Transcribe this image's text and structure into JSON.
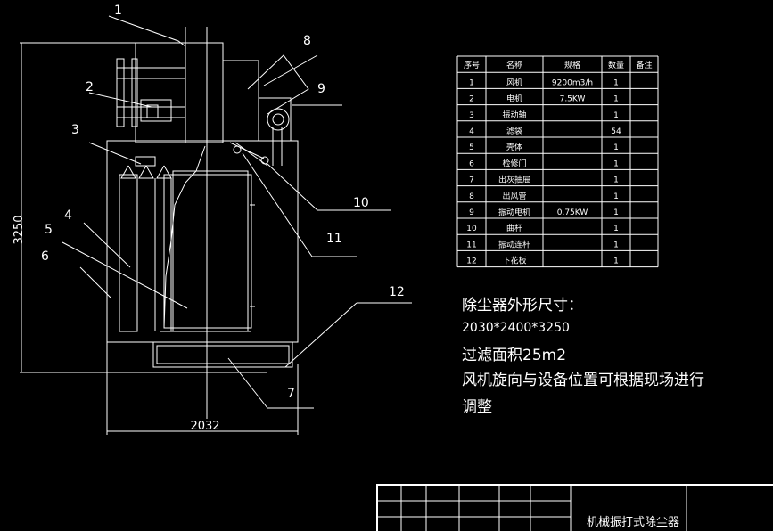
{
  "dimensions": {
    "height": "3250",
    "width": "2032"
  },
  "leader_numbers": [
    "1",
    "2",
    "3",
    "4",
    "5",
    "6",
    "7",
    "8",
    "9",
    "10",
    "11",
    "12"
  ],
  "parts_table": {
    "headers": [
      "序号",
      "名称",
      "规格",
      "数量",
      "备注"
    ],
    "rows": [
      [
        "1",
        "风机",
        "9200m3/h",
        "1",
        ""
      ],
      [
        "2",
        "电机",
        "7.5KW",
        "1",
        ""
      ],
      [
        "3",
        "振动轴",
        "",
        "1",
        ""
      ],
      [
        "4",
        "滤袋",
        "",
        "54",
        ""
      ],
      [
        "5",
        "壳体",
        "",
        "1",
        ""
      ],
      [
        "6",
        "检修门",
        "",
        "1",
        ""
      ],
      [
        "7",
        "出灰抽屉",
        "",
        "1",
        ""
      ],
      [
        "8",
        "出风管",
        "",
        "1",
        ""
      ],
      [
        "9",
        "振动电机",
        "0.75KW",
        "1",
        ""
      ],
      [
        "10",
        "曲杆",
        "",
        "1",
        ""
      ],
      [
        "11",
        "振动连杆",
        "",
        "1",
        ""
      ],
      [
        "12",
        "下花板",
        "",
        "1",
        ""
      ]
    ]
  },
  "notes": {
    "line1": "除尘器外形尺寸：",
    "line2": "2030*2400*3250",
    "line3": "过滤面积25m2",
    "line4": "风机旋向与设备位置可根据现场进行",
    "line5": "调整"
  },
  "title_block": {
    "title": "机械振打式除尘器"
  },
  "colors": {
    "background": "#000000",
    "lines": "#ffffff"
  }
}
